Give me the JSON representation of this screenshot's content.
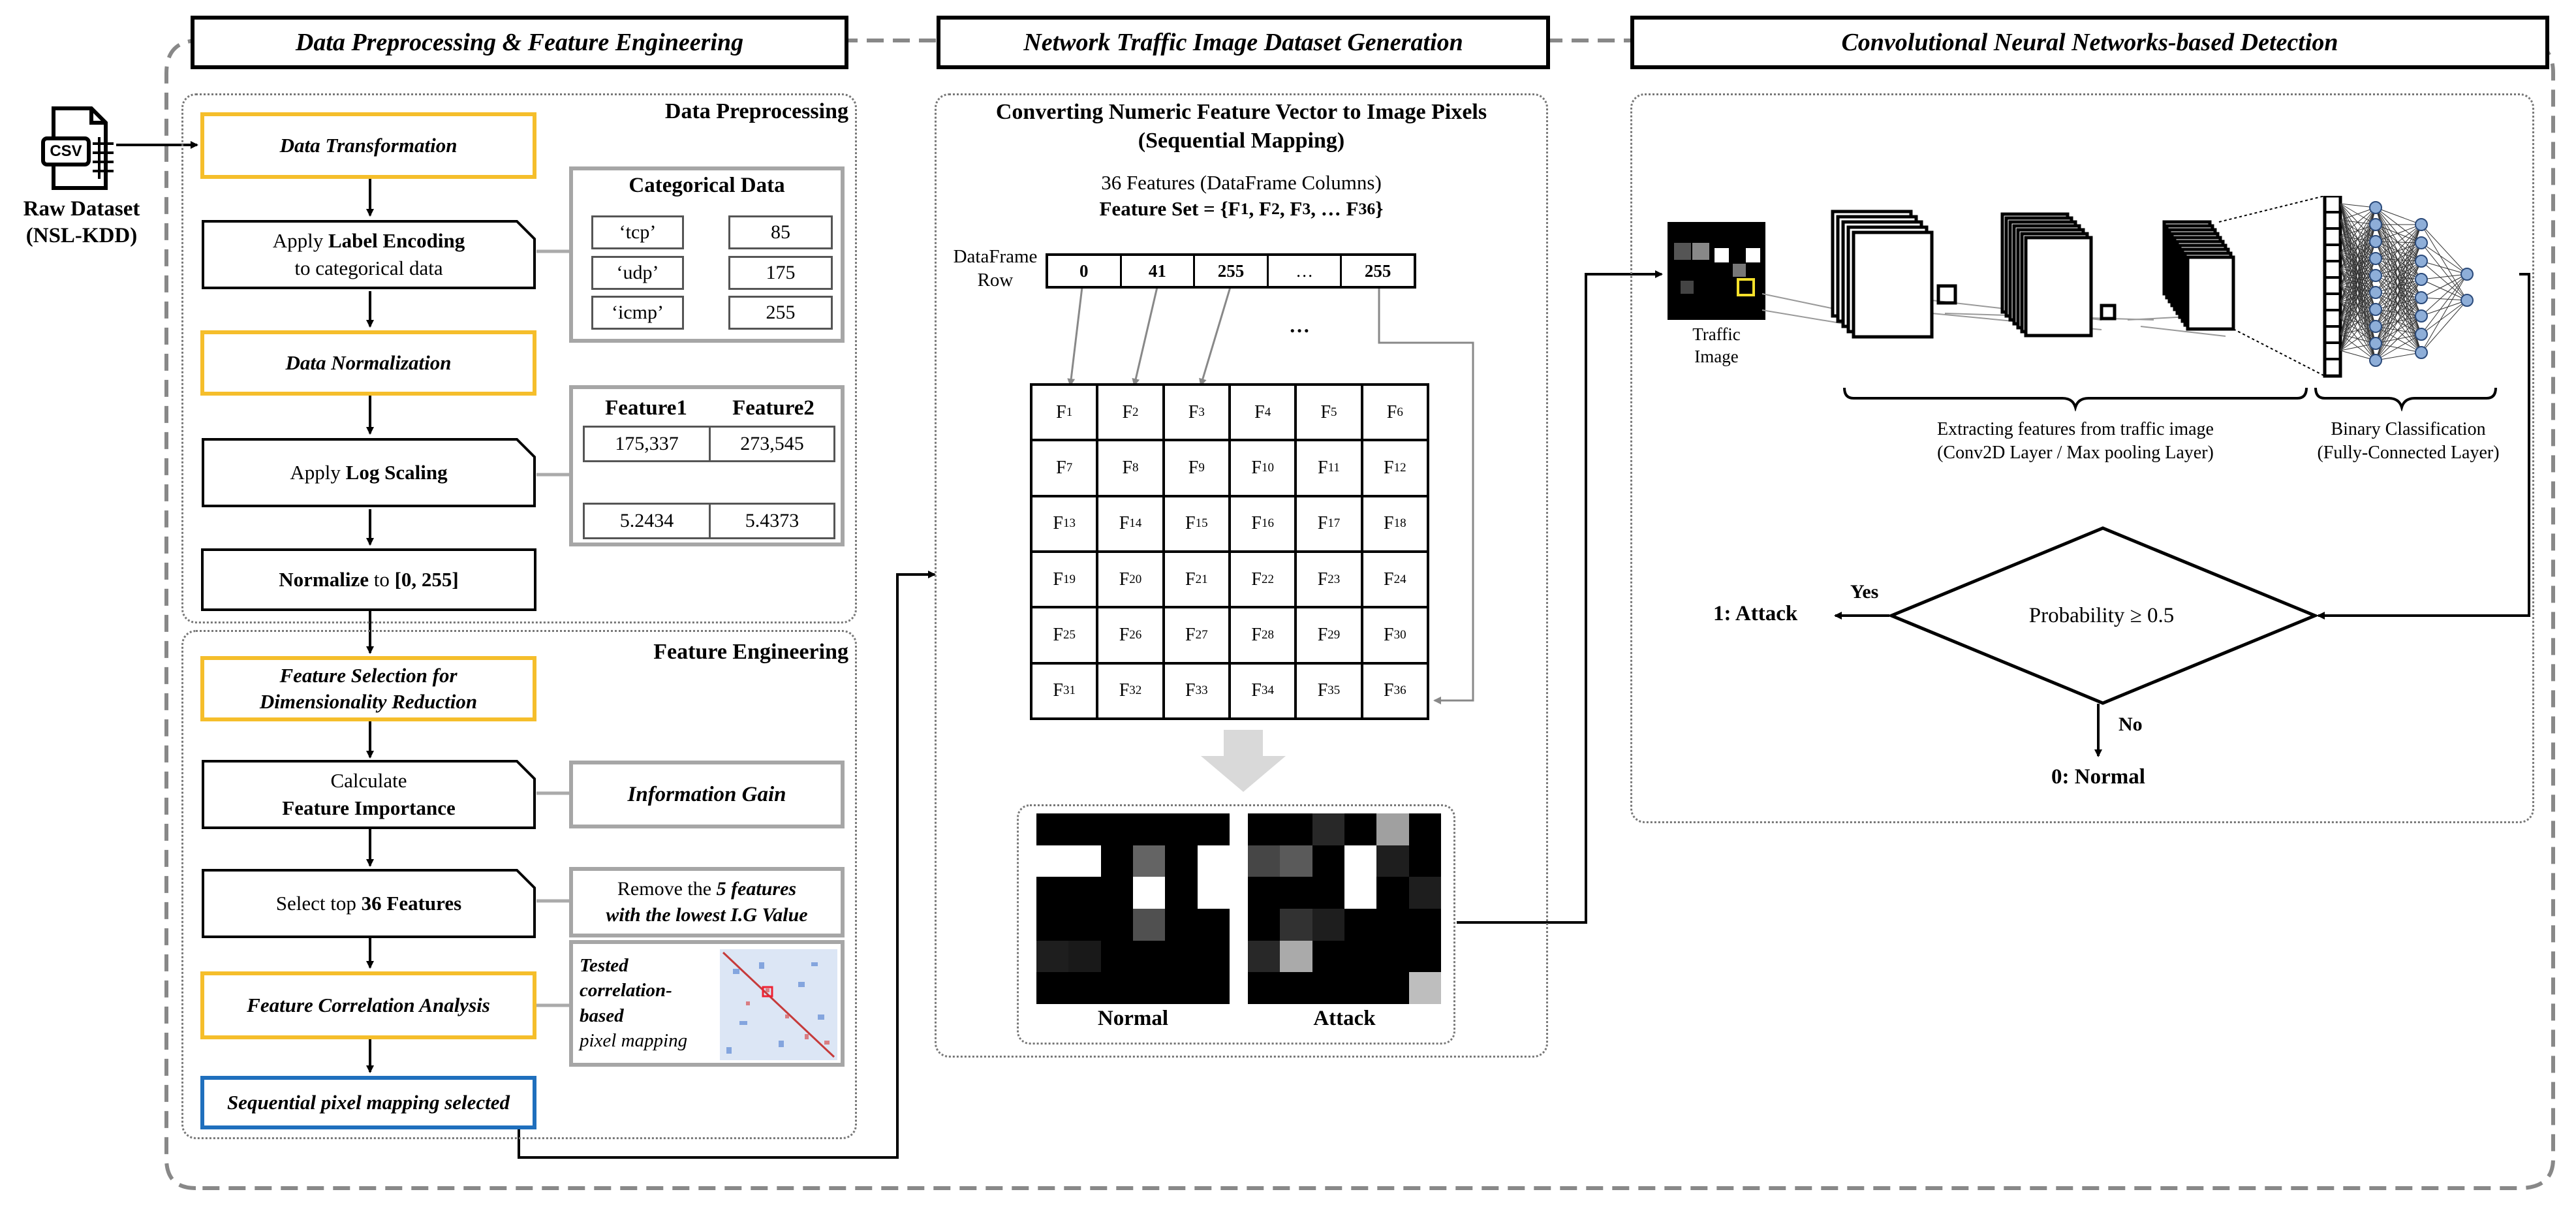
{
  "headers": {
    "preprocessing": "Data Preprocessing & Feature Engineering",
    "generation": "Network Traffic Image Dataset Generation",
    "detection": "Convolutional Neural Networks-based Detection"
  },
  "raw_dataset": {
    "icon_text": "CSV",
    "line1": "Raw Dataset",
    "line2": "(NSL-KDD)"
  },
  "preprocessing": {
    "title": "Data Preprocessing",
    "data_transformation": "Data Transformation",
    "label_encoding": {
      "pre": "Apply ",
      "bold": "Label Encoding",
      "post": "to categorical data"
    },
    "data_normalization": "Data Normalization",
    "log_scaling": {
      "pre": "Apply ",
      "bold": "Log Scaling"
    },
    "normalize": {
      "bold1": "Normalize",
      "mid": " to ",
      "bold2": "[0, 255]"
    },
    "categorical": {
      "title": "Categorical Data",
      "rows": [
        {
          "key": "‘tcp’",
          "value": "85"
        },
        {
          "key": "‘udp’",
          "value": "175"
        },
        {
          "key": "‘icmp’",
          "value": "255"
        }
      ]
    },
    "features_table": {
      "headers": [
        "Feature1",
        "Feature2"
      ],
      "raw": [
        "175,337",
        "273,545"
      ],
      "scaled": [
        "5.2434",
        "5.4373"
      ]
    }
  },
  "engineering": {
    "title": "Feature Engineering",
    "feature_selection": "Feature Selection for Dimensionality Reduction",
    "calc_importance": {
      "line1": "Calculate",
      "bold": "Feature Importance"
    },
    "info_gain": "Information Gain",
    "select_top": {
      "pre": "Select top ",
      "bold": "36 Features"
    },
    "remove_features": {
      "line1": "Remove  the ",
      "bold_italic1": "5 features",
      "bold_italic2": "with the lowest I.G Value"
    },
    "correlation_analysis": "Feature Correlation Analysis",
    "tested_mapping": {
      "bold_italic": "Tested correlation-based",
      "italic": "pixel mapping"
    },
    "sequential_selected": "Sequential pixel mapping selected"
  },
  "generation": {
    "title_line1": "Converting Numeric Feature Vector to Image Pixels",
    "title_line2": "(Sequential Mapping)",
    "features_caption": "36 Features (DataFrame Columns)",
    "feature_set": {
      "prefix": "Feature Set = {F",
      "s1": "1",
      "c1": ", F",
      "s2": "2",
      "c2": ", F",
      "s3": "3",
      "c3": ", … F",
      "s4": "36",
      "suffix": "}"
    },
    "row_label_1": "DataFrame",
    "row_label_2": "Row",
    "row_values": [
      "0",
      "41",
      "255",
      "…",
      "255"
    ],
    "ellipsis": "…",
    "grid_prefix": "F",
    "grid_count": 36,
    "grid_cols": 6,
    "normal_label": "Normal",
    "attack_label": "Attack",
    "normal_pixels": [
      [
        0,
        0,
        0,
        0,
        0,
        0
      ],
      [
        255,
        255,
        0,
        100,
        0,
        255
      ],
      [
        0,
        0,
        0,
        255,
        0,
        255
      ],
      [
        0,
        0,
        0,
        80,
        0,
        0
      ],
      [
        30,
        25,
        0,
        0,
        0,
        0
      ],
      [
        0,
        0,
        0,
        0,
        0,
        0
      ]
    ],
    "attack_pixels": [
      [
        0,
        0,
        40,
        0,
        160,
        0
      ],
      [
        70,
        90,
        0,
        255,
        30,
        0
      ],
      [
        0,
        0,
        0,
        255,
        0,
        30
      ],
      [
        0,
        50,
        30,
        0,
        0,
        0
      ],
      [
        40,
        170,
        0,
        0,
        0,
        0
      ],
      [
        0,
        0,
        0,
        0,
        0,
        190
      ]
    ]
  },
  "detection": {
    "traffic_image_1": "Traffic",
    "traffic_image_2": "Image",
    "extract_1": "Extracting features from traffic image",
    "extract_2": "(Conv2D Layer / Max pooling Layer)",
    "binary_1": "Binary Classification",
    "binary_2": "(Fully-Connected Layer)",
    "decision": "Probability ≥ 0.5",
    "yes": "Yes",
    "no": "No",
    "attack": "1: Attack",
    "normal": "0: Normal"
  },
  "colors": {
    "yellow_border": "#f5be2b",
    "blue_border": "#1f6fbd",
    "gray_box": "#a6a6a6"
  }
}
